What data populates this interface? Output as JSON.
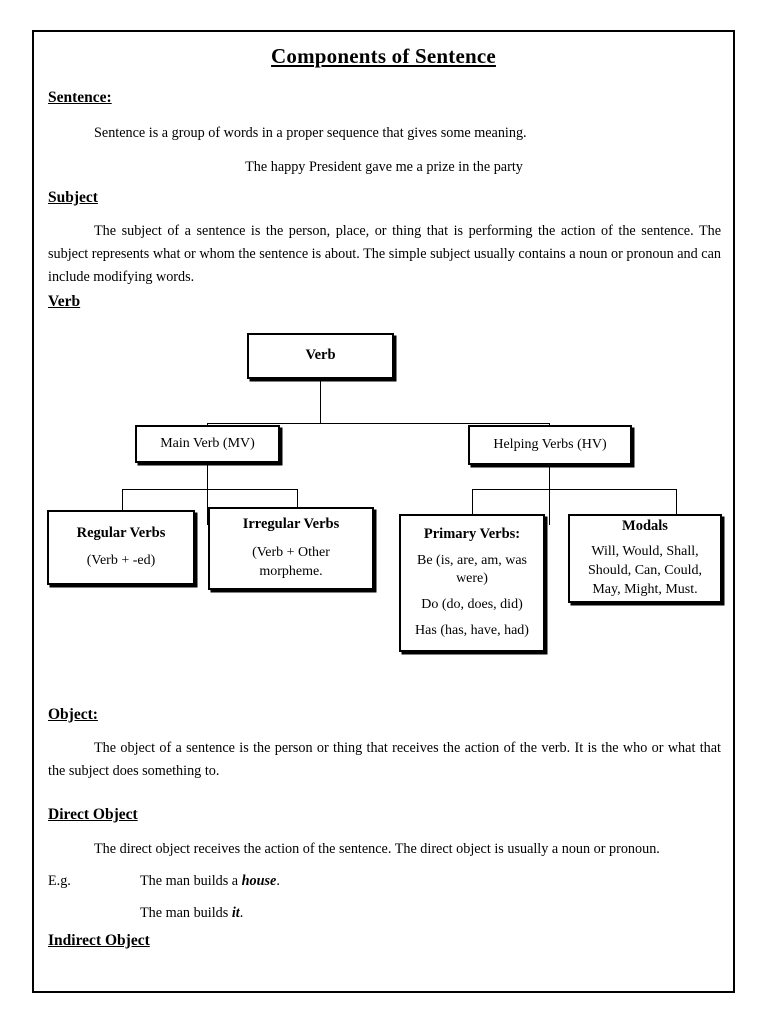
{
  "document": {
    "title": "Components of Sentence",
    "sections": {
      "sentence": {
        "heading": "Sentence:",
        "definition": "Sentence is a group of words in a proper sequence that gives some meaning.",
        "example": "The happy President gave me a prize in the party"
      },
      "subject": {
        "heading": "Subject",
        "body": "The subject of a sentence is the person, place, or thing that is performing the action of the sentence. The subject represents what or whom the sentence is about. The simple subject usually contains a noun or pronoun and can include modifying words."
      },
      "verb": {
        "heading": "Verb"
      },
      "object": {
        "heading": "Object:",
        "body": "The object of a sentence is the person or thing that receives the action of the verb. It is the who or what that the subject does something to."
      },
      "direct_object": {
        "heading": "Direct Object",
        "body": "The direct object receives the action of the sentence. The direct object is usually a noun or pronoun.",
        "eg_label": "E.g.",
        "example_1_prefix": "The man builds a ",
        "example_1_emphasis": "house",
        "example_1_suffix": ".",
        "example_2_prefix": "The man builds ",
        "example_2_emphasis": "it",
        "example_2_suffix": "."
      },
      "indirect_object": {
        "heading": "Indirect Object"
      }
    }
  },
  "diagram": {
    "root": {
      "label": "Verb"
    },
    "level2": [
      {
        "label": "Main Verb (MV)"
      },
      {
        "label": "Helping Verbs (HV)"
      }
    ],
    "leaves": {
      "regular_verbs": {
        "title": "Regular Verbs",
        "detail": "(Verb + -ed)"
      },
      "irregular_verbs": {
        "title": "Irregular Verbs",
        "detail_line_1": "(Verb + Other",
        "detail_line_2": "morpheme."
      },
      "primary_verbs": {
        "title": "Primary Verbs:",
        "item_1_line_1": "Be (is, are, am, was",
        "item_1_line_2": "were)",
        "item_2": "Do (do, does, did)",
        "item_3": "Has (has, have, had)"
      },
      "modals": {
        "title": "Modals",
        "line_1": "Will, Would, Shall,",
        "line_2": "Should, Can, Could,",
        "line_3": "May, Might, Must."
      }
    }
  },
  "colors": {
    "ink": "#000000",
    "page": "#ffffff"
  }
}
